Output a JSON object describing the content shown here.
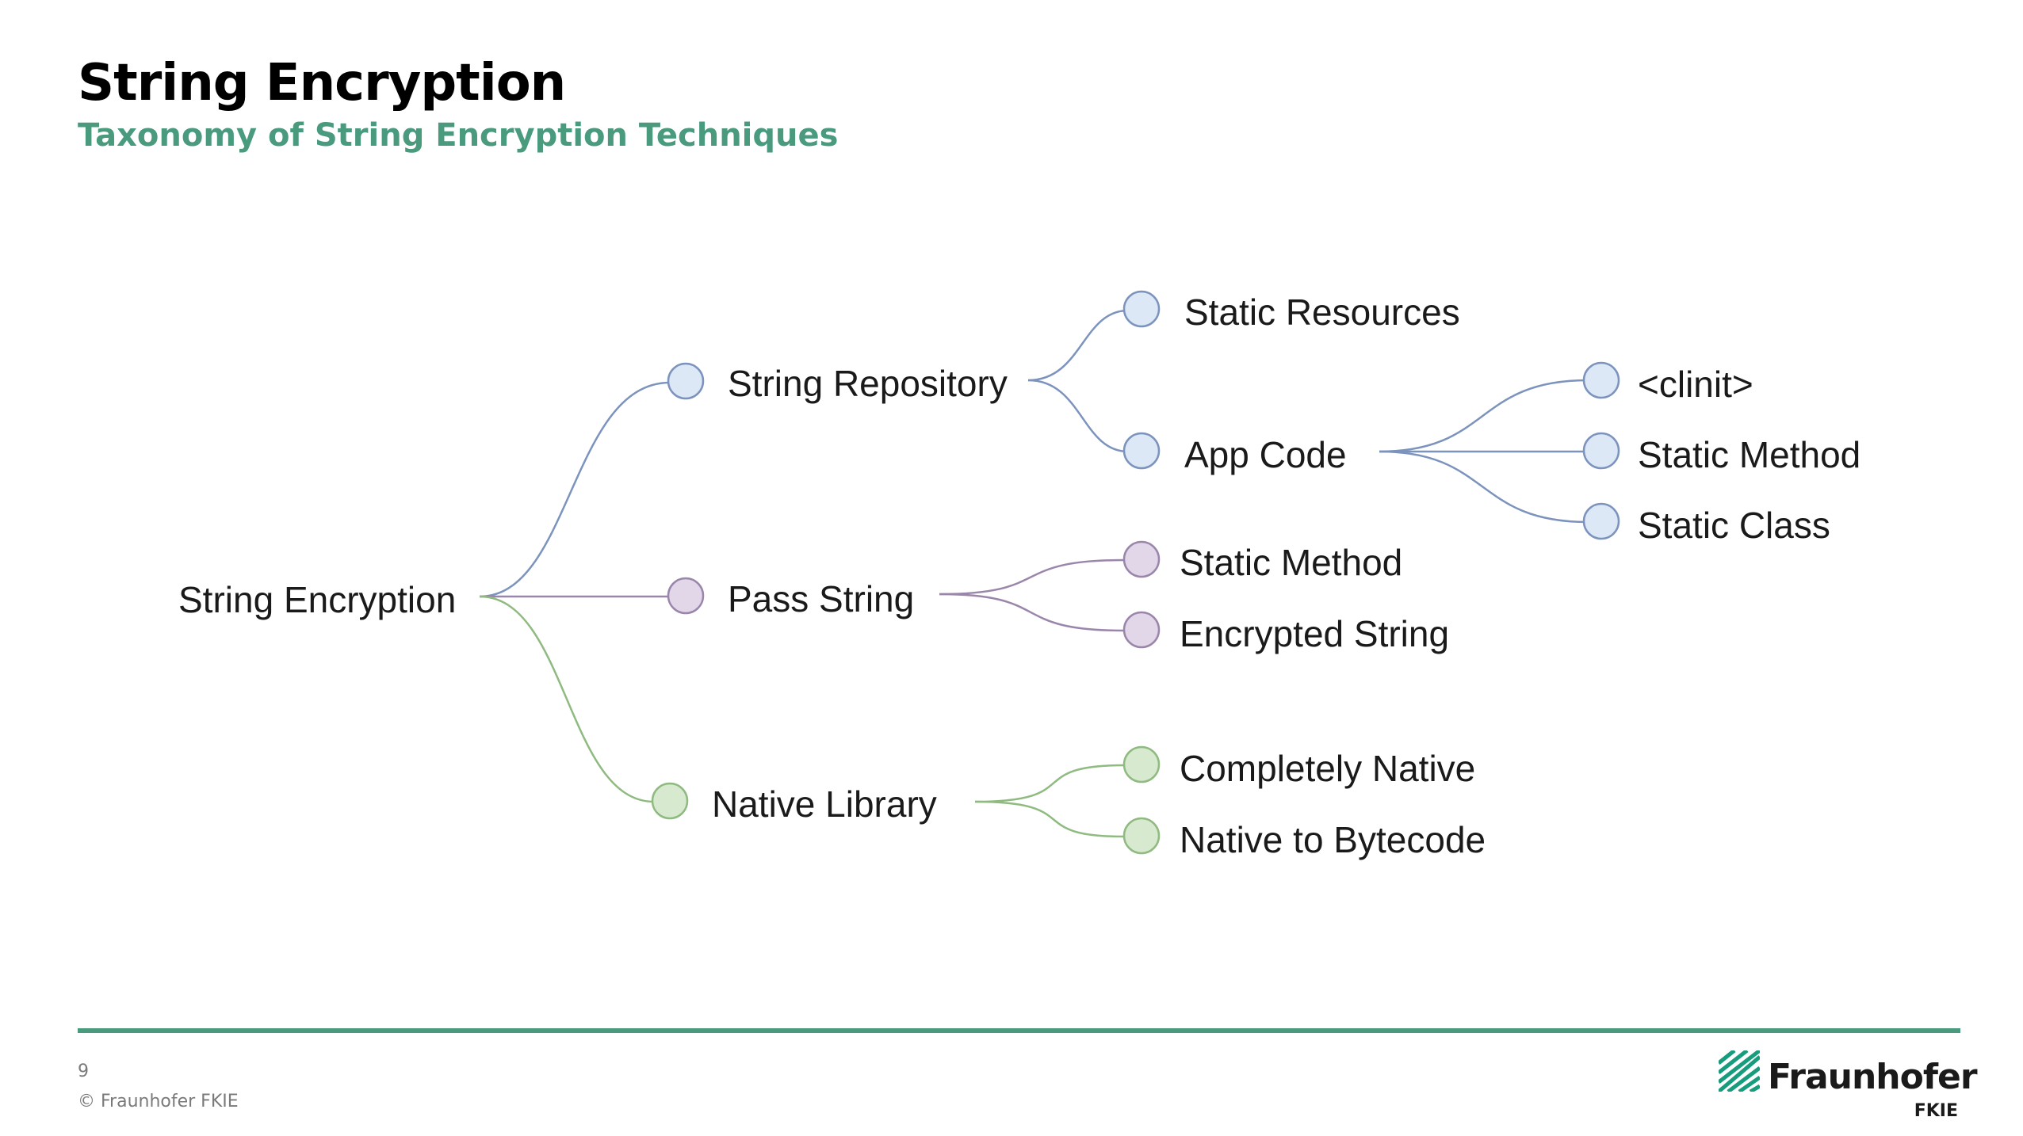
{
  "header": {
    "title": "String Encryption",
    "subtitle": "Taxonomy of String Encryption Techniques"
  },
  "footer": {
    "page_number": "9",
    "copyright": "© Fraunhofer FKIE",
    "logo_name": "Fraunhofer",
    "logo_sub": "FKIE"
  },
  "colors": {
    "accent": "#4a9a7e",
    "blue_fill": "#dde8f7",
    "blue_stroke": "#7c93bd",
    "purple_fill": "#e2d7e8",
    "purple_stroke": "#9b86ab",
    "green_fill": "#d7ead0",
    "green_stroke": "#8fba80"
  },
  "tree": {
    "root": "String Encryption",
    "branches": [
      {
        "id": "string-repository",
        "label": "String Repository",
        "color": "blue",
        "children": [
          {
            "id": "static-resources",
            "label": "Static Resources"
          },
          {
            "id": "app-code",
            "label": "App Code",
            "children": [
              {
                "id": "clinit",
                "label": "<clinit>"
              },
              {
                "id": "static-method-app",
                "label": "Static Method"
              },
              {
                "id": "static-class",
                "label": "Static Class"
              }
            ]
          }
        ]
      },
      {
        "id": "pass-string",
        "label": "Pass String",
        "color": "purple",
        "children": [
          {
            "id": "static-method-pass",
            "label": "Static Method"
          },
          {
            "id": "encrypted-string",
            "label": "Encrypted String"
          }
        ]
      },
      {
        "id": "native-library",
        "label": "Native Library",
        "color": "green",
        "children": [
          {
            "id": "completely-native",
            "label": "Completely Native"
          },
          {
            "id": "native-to-bytecode",
            "label": "Native to Bytecode"
          }
        ]
      }
    ]
  }
}
